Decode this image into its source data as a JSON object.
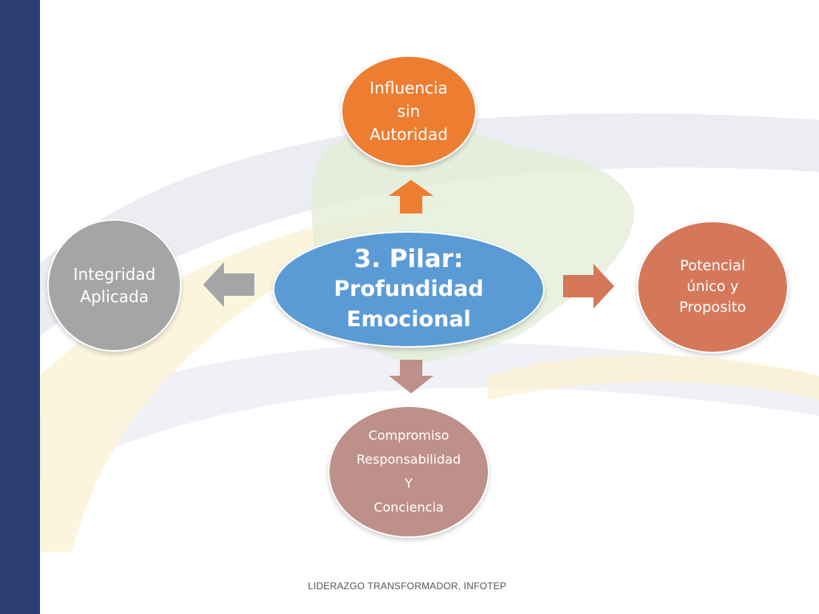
{
  "center": {
    "heading": "3. Pilar:",
    "lines": [
      "Profundidad",
      "Emocional"
    ],
    "color": "#5b9bd5"
  },
  "nodes": {
    "top": {
      "lines": [
        "Influencia",
        "sin",
        "Autoridad"
      ],
      "color": "#ed7d31"
    },
    "left": {
      "lines": [
        "Integridad",
        "Aplicada"
      ],
      "color": "#a5a5a5"
    },
    "right": {
      "lines": [
        "Potencial",
        "único y",
        "Proposito"
      ],
      "color": "#d5785a"
    },
    "bottom": {
      "lines": [
        "Compromiso",
        "Responsabilidad",
        "Y",
        "Conciencia"
      ],
      "color": "#bd9089"
    }
  },
  "footer": "LIDERAZGO TRANSFORMADOR, INFOTEP",
  "colors": {
    "sidebar": "#2b3f73",
    "arrow_top": "#ed7d31",
    "arrow_left": "#a5a5a5",
    "arrow_right": "#d5785a",
    "arrow_bottom": "#bd9089"
  }
}
